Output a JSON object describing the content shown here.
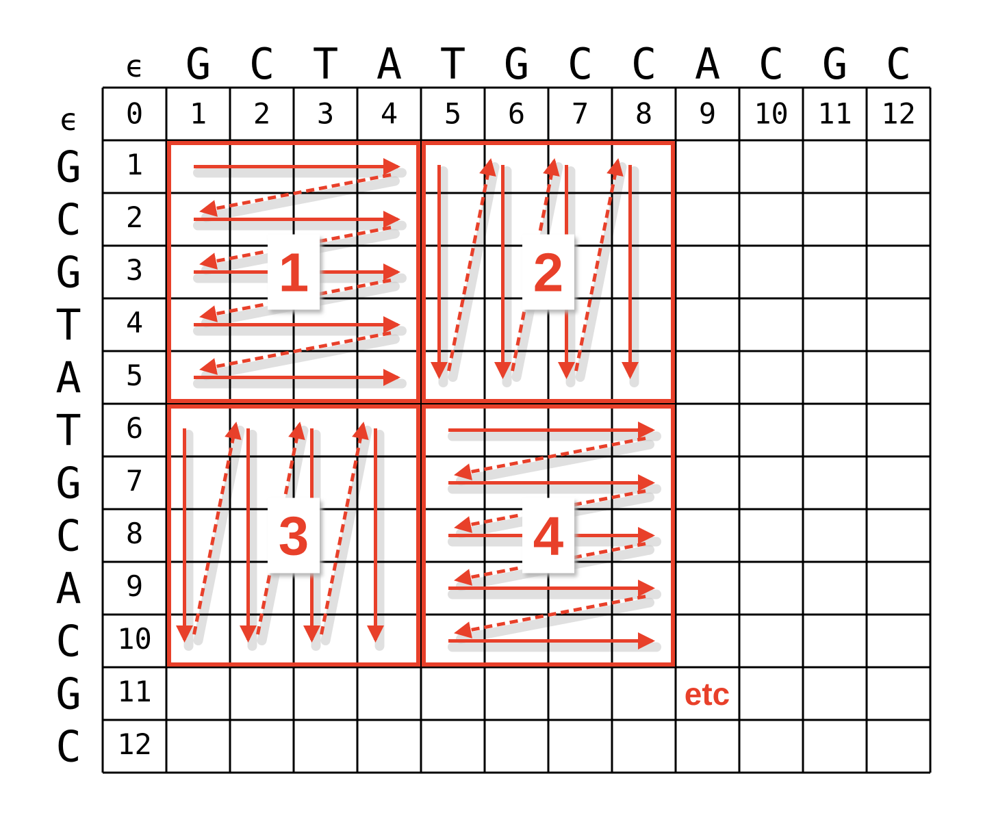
{
  "epsilon": "ϵ",
  "top_sequence": [
    "G",
    "C",
    "T",
    "A",
    "T",
    "G",
    "C",
    "C",
    "A",
    "C",
    "G",
    "C"
  ],
  "side_sequence": [
    "G",
    "C",
    "G",
    "T",
    "A",
    "T",
    "G",
    "C",
    "A",
    "C",
    "G",
    "C"
  ],
  "column_indices": [
    "0",
    "1",
    "2",
    "3",
    "4",
    "5",
    "6",
    "7",
    "8",
    "9",
    "10",
    "11",
    "12"
  ],
  "row_indices": [
    "1",
    "2",
    "3",
    "4",
    "5",
    "6",
    "7",
    "8",
    "9",
    "10",
    "11",
    "12"
  ],
  "blocks": [
    {
      "label": "1",
      "traversal": "row-major",
      "rows": [
        1,
        5
      ],
      "cols": [
        1,
        4
      ]
    },
    {
      "label": "2",
      "traversal": "column-major",
      "rows": [
        1,
        5
      ],
      "cols": [
        5,
        8
      ]
    },
    {
      "label": "3",
      "traversal": "column-major",
      "rows": [
        6,
        10
      ],
      "cols": [
        1,
        4
      ]
    },
    {
      "label": "4",
      "traversal": "row-major",
      "rows": [
        6,
        10
      ],
      "cols": [
        5,
        8
      ]
    }
  ],
  "continuation_label": "etc",
  "colors": {
    "grid": "#000000",
    "accent": "#e8402a",
    "shadow": "#c8c8c8",
    "text": "#000000"
  }
}
